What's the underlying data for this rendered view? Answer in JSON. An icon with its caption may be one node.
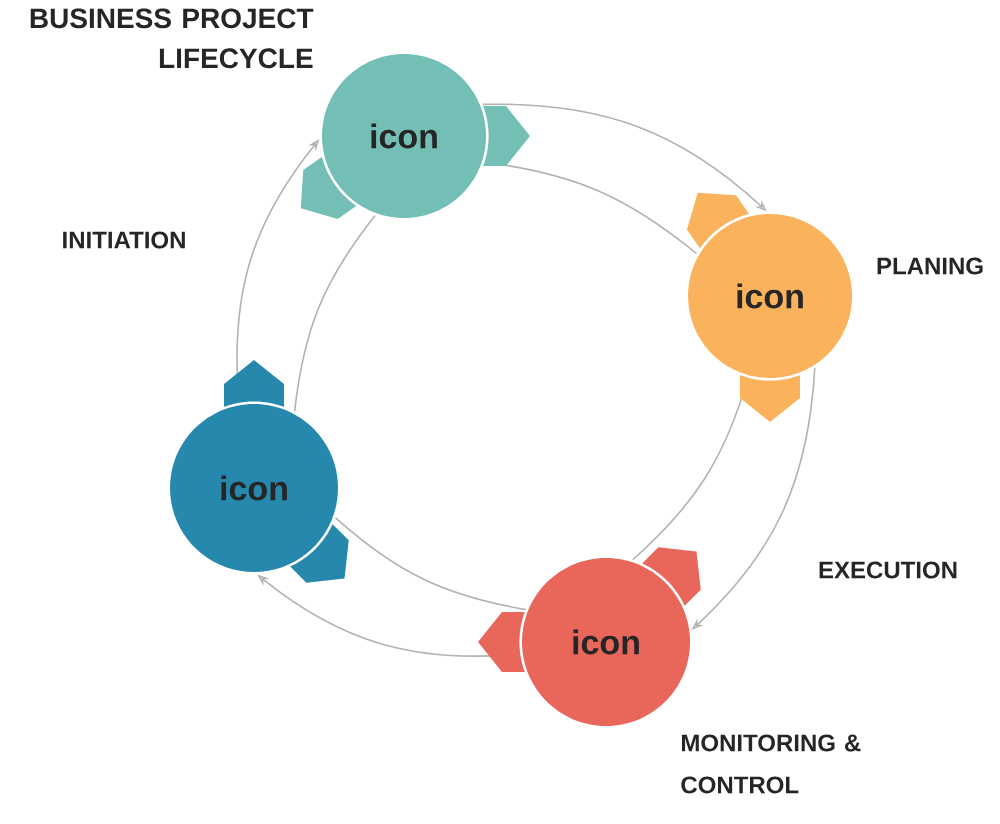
{
  "diagram": {
    "title": "BUSINESS PROJECT LIFECYCLE",
    "nodes": [
      {
        "text": [
          "icon"
        ]
      },
      {
        "text": [
          "icon"
        ]
      },
      {
        "text": [
          "icon"
        ]
      },
      {
        "text": [
          "icon"
        ]
      }
    ],
    "edges": [
      {
        "from": 0,
        "to": 1,
        "arrow": "to"
      },
      {
        "from": 0,
        "to": 1,
        "arrow": "none"
      },
      {
        "from": 1,
        "to": 3,
        "arrow": "to"
      },
      {
        "from": 1,
        "to": 3,
        "arrow": "none"
      },
      {
        "from": 3,
        "to": 2,
        "arrow": "to"
      },
      {
        "from": 3,
        "to": 2,
        "arrow": "none"
      },
      {
        "from": 2,
        "to": 0,
        "arrow": "to"
      },
      {
        "from": 2,
        "to": 0,
        "arrow": "none"
      }
    ],
    "labels": [
      "INITIATION",
      "PLANING",
      "EXECUTION",
      "MONITORING & CONTROL"
    ]
  }
}
